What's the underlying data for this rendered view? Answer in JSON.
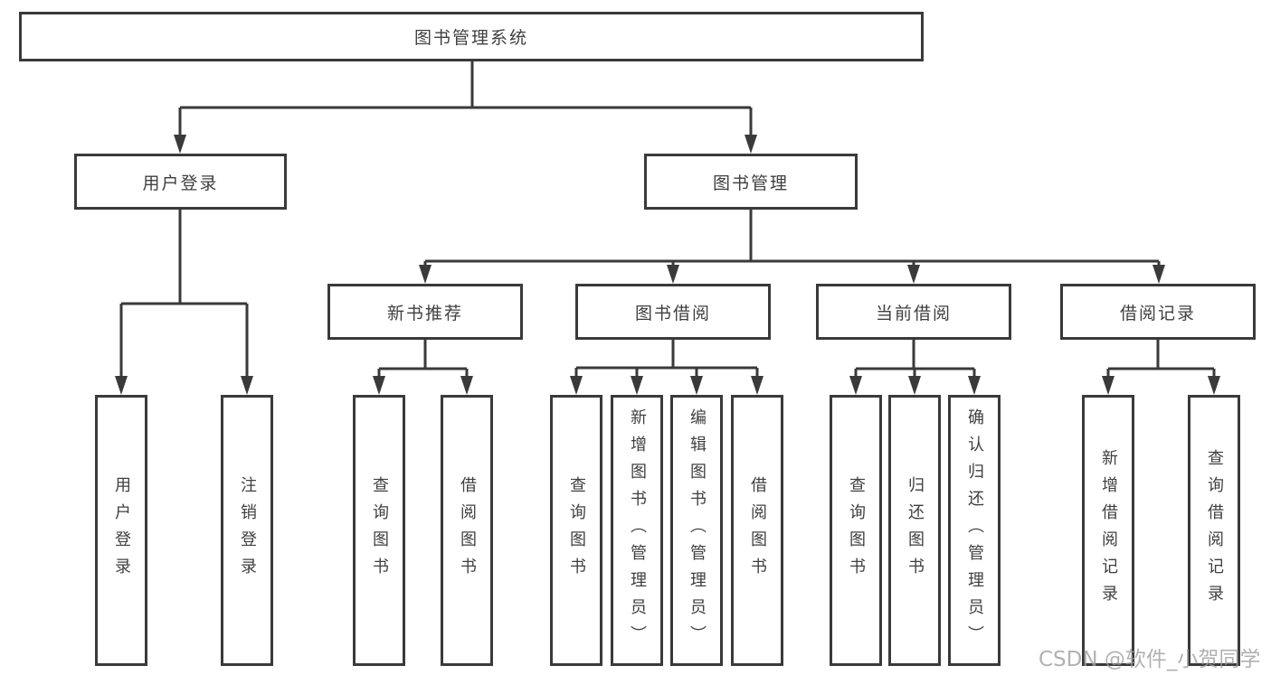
{
  "diagram": {
    "root": {
      "label": "图书管理系统",
      "children": [
        {
          "label": "用户登录",
          "children": [
            {
              "label": "用户登录"
            },
            {
              "label": "注销登录"
            }
          ]
        },
        {
          "label": "图书管理",
          "children": [
            {
              "label": "新书推荐",
              "children": [
                {
                  "label": "查询图书"
                },
                {
                  "label": "借阅图书"
                }
              ]
            },
            {
              "label": "图书借阅",
              "children": [
                {
                  "label": "查询图书"
                },
                {
                  "label": "新增图书（管理员）"
                },
                {
                  "label": "编辑图书（管理员）"
                },
                {
                  "label": "借阅图书"
                }
              ]
            },
            {
              "label": "当前借阅",
              "children": [
                {
                  "label": "查询图书"
                },
                {
                  "label": "归还图书"
                },
                {
                  "label": "确认归还（管理员）"
                }
              ]
            },
            {
              "label": "借阅记录",
              "children": [
                {
                  "label": "新增借阅记录"
                },
                {
                  "label": "查询借阅记录"
                }
              ]
            }
          ]
        }
      ]
    }
  },
  "watermark": "CSDN @软件_小贺同学",
  "colors": {
    "line": "#3a3a3a",
    "text": "#3f3f3f",
    "watermark": "#9e9e9e",
    "background": "#ffffff"
  }
}
